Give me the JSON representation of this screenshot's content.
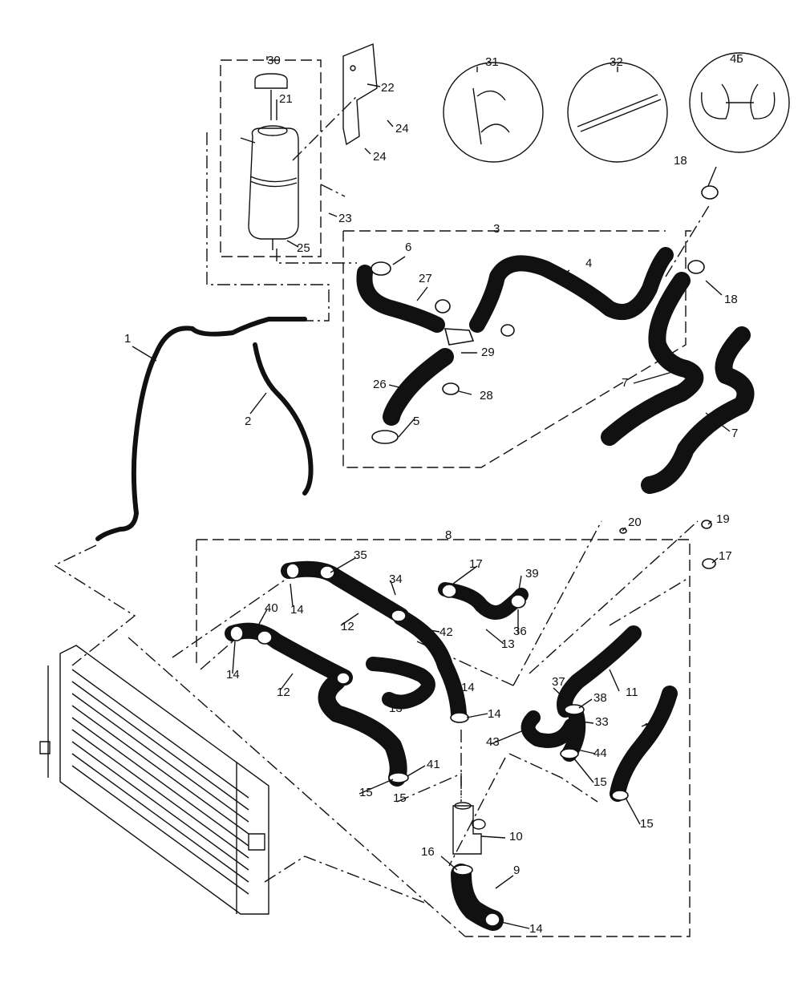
{
  "diagram": {
    "callouts": [
      "1",
      "2",
      "3",
      "4",
      "5",
      "6",
      "7",
      "7",
      "8",
      "9",
      "10",
      "11",
      "11",
      "12",
      "12",
      "13",
      "13",
      "14",
      "14",
      "14",
      "14",
      "14",
      "15",
      "15",
      "15",
      "15",
      "16",
      "17",
      "17",
      "18",
      "18",
      "19",
      "20",
      "21",
      "22",
      "23",
      "24",
      "24",
      "25",
      "26",
      "27",
      "28",
      "29",
      "30",
      "31",
      "32",
      "33",
      "34",
      "35",
      "36",
      "37",
      "38",
      "39",
      "40",
      "41",
      "42",
      "43",
      "44",
      "45"
    ],
    "colors": {
      "line": "#111111",
      "background": "#ffffff"
    }
  }
}
